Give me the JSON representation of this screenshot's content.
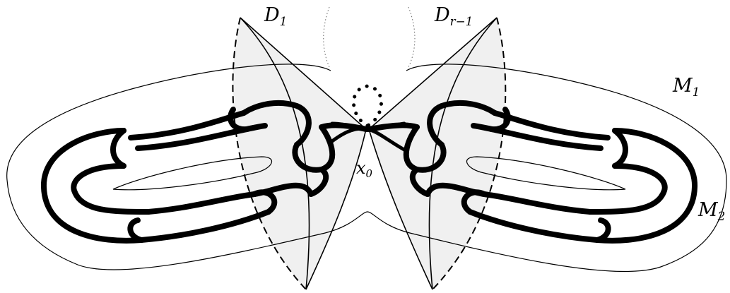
{
  "labels": {
    "d1_main": "D",
    "d1_sub": "1",
    "dr_main": "D",
    "dr_sub": "r−1",
    "m1_main": "M",
    "m1_sub": "1",
    "m2_main": "M",
    "m2_sub": "2",
    "x0_main": "x",
    "x0_sub": "0"
  },
  "colors": {
    "disk_fill": "#f0f0f0",
    "stroke": "#000000",
    "background": "#ffffff"
  }
}
